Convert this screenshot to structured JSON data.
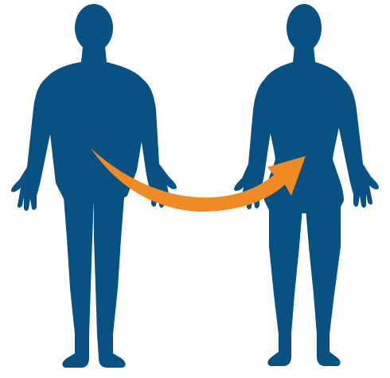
{
  "figures": [
    {
      "name": "male-silhouette",
      "color": "#075283"
    },
    {
      "name": "female-silhouette",
      "color": "#075283"
    }
  ],
  "arrow": {
    "name": "transfer-arrow",
    "color": "#f08a24",
    "direction": "left-to-right"
  }
}
